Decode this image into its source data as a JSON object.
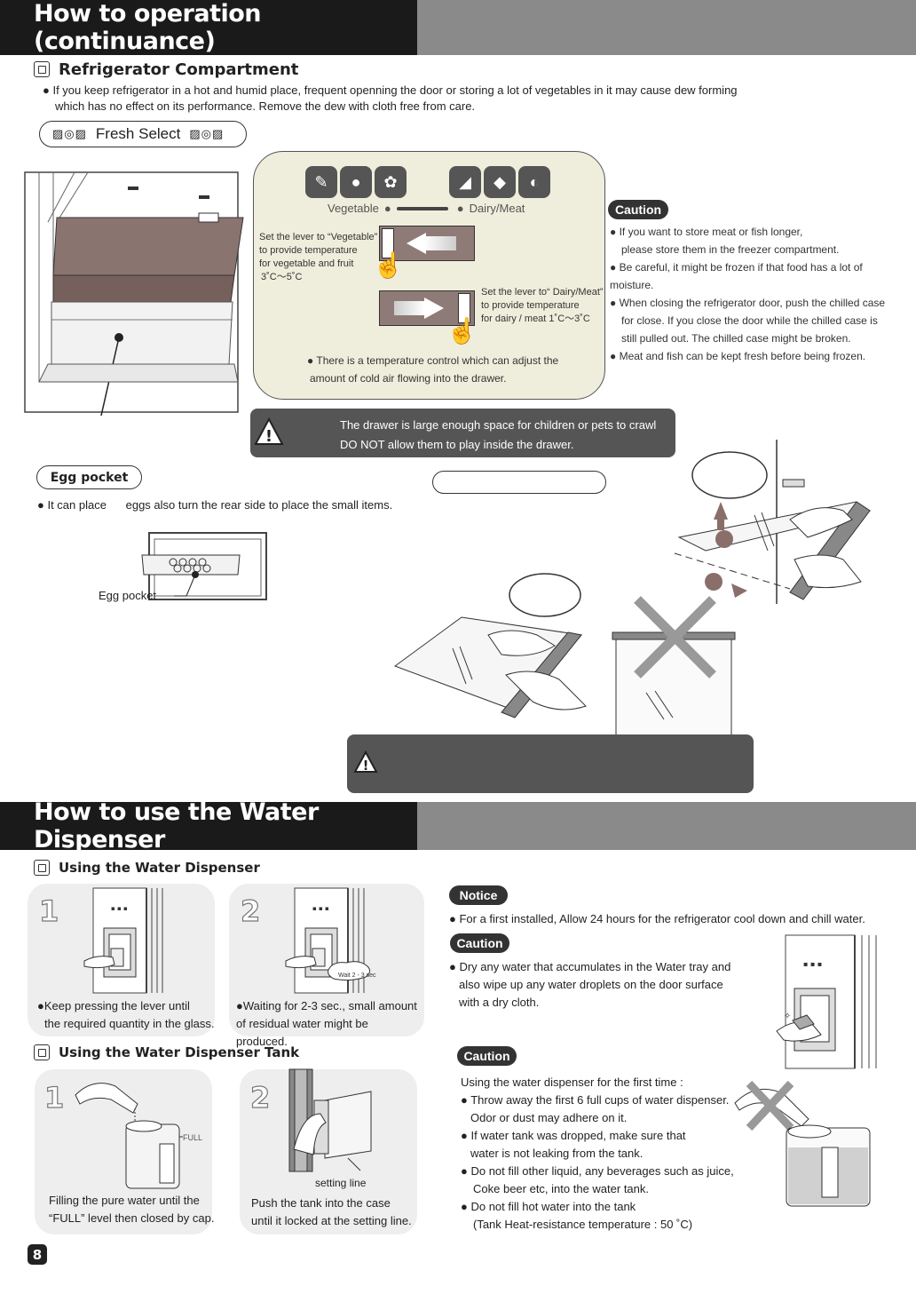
{
  "top_header": {
    "title": "How to operation (continuance)"
  },
  "fridge_section": {
    "title": "Refrigerator Compartment",
    "intro": [
      "● If you keep refrigerator in a hot and humid place, frequent openning the door or storing a lot of vegetables in it  may cause dew  forming",
      "which has no effect on its performance. Remove the dew with cloth free from care."
    ],
    "fresh_select_label": "Fresh Select"
  },
  "lever_panel": {
    "left_label": "Vegetable",
    "right_label": "Dairy/Meat",
    "veg_instruction": [
      "Set the lever to “Vegetable”",
      "to provide temperature",
      "for vegetable and fruit",
      "3˚C～5˚C"
    ],
    "dairy_instruction": [
      "Set the lever to“ Dairy/Meat”",
      "to provide temperature",
      "for dairy / meat  1˚C～3˚C"
    ],
    "note": [
      "● There is a temperature control which can adjust the",
      "amount of cold air flowing into the drawer."
    ]
  },
  "caution_top": {
    "label": "Caution",
    "lines": [
      "● If you want to store meat or fish longer,",
      "please store them in the freezer compartment.",
      "● Be careful, it might be frozen if that food has a lot of moisture.",
      "● When closing the refrigerator door, push the chilled case",
      "for close. If you close the door while the chilled case is",
      "still pulled out. The chilled case might be broken.",
      "● Meat and fish can be kept fresh before being frozen."
    ]
  },
  "drawer_warning": {
    "lines": [
      "The drawer is large enough space for children or pets to crawl",
      "DO NOT allow them to play inside the drawer."
    ]
  },
  "egg_section": {
    "label": "Egg pocket",
    "text": "● It can place      eggs also turn the rear side to place the small items.",
    "caption": "Egg pocket"
  },
  "water_header": {
    "title": "How to use the Water Dispenser"
  },
  "dispenser_section": {
    "title": "Using the Water Dispenser",
    "steps": [
      {
        "num": "1",
        "lines": [
          "●Keep pressing the lever until",
          "the required quantity in the glass."
        ]
      },
      {
        "num": "2",
        "lines": [
          "●Waiting for 2-3 sec., small amount",
          "of residual water might be produced."
        ],
        "tag": "Wait 2 - 3 sec"
      }
    ]
  },
  "tank_section": {
    "title": "Using the Water Dispenser Tank",
    "steps": [
      {
        "num": "1",
        "lines": [
          "Filling the pure water until the",
          "“FULL” level then closed by cap."
        ],
        "tag": "FULL"
      },
      {
        "num": "2",
        "lines": [
          "Push the tank into the case",
          "until it locked at the setting line."
        ],
        "tag": "setting line"
      }
    ]
  },
  "notice": {
    "label": "Notice",
    "text": "● For a first installed, Allow 24 hours for the refrigerator cool down and chill water."
  },
  "caution_mid": {
    "label": "Caution",
    "lines": [
      "● Dry any water that accumulates in the Water tray and",
      "also wipe up any water droplets on the door surface",
      "with a dry cloth."
    ]
  },
  "caution_bottom": {
    "label": "Caution",
    "lines": [
      "Using the water dispenser for the first time :",
      "● Throw away the first 6 full cups of water dispenser.",
      "Odor or dust may adhere on it.",
      "● If water tank was dropped, make sure that",
      "water is not leaking from the tank.",
      "● Do not fill other liquid, any beverages such as juice,",
      "Coke beer etc, into the water tank.",
      "● Do not fill hot water into the tank",
      "(Tank Heat-resistance temperature : 50 ˚C)"
    ]
  },
  "page_number": "8",
  "warning_icon": "warning-triangle-icon"
}
